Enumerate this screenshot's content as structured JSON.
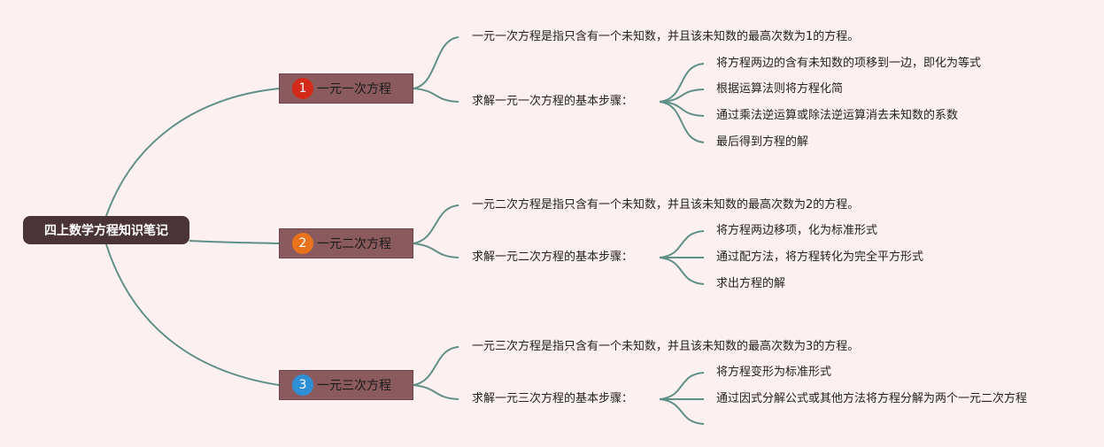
{
  "root": {
    "label": "四上数学方程知识笔记"
  },
  "colors": {
    "line": "#5f9088",
    "root_bg": "#4a3438",
    "branch_bg": "#8a5a5e"
  },
  "branches": [
    {
      "badge": "1",
      "badge_color": "#d42a1a",
      "label": "一元一次方程",
      "definition": "一元一次方程是指只含有一个未知数，并且该未知数的最高次数为1的方程。",
      "steps_label": "求解一元一次方程的基本步骤：",
      "steps": [
        "将方程两边的含有未知数的项移到一边，即化为等式",
        "根据运算法则将方程化简",
        "通过乘法逆运算或除法逆运算消去未知数的系数",
        "最后得到方程的解"
      ]
    },
    {
      "badge": "2",
      "badge_color": "#e8731c",
      "label": "一元二次方程",
      "definition": "一元二次方程是指只含有一个未知数，并且该未知数的最高次数为2的方程。",
      "steps_label": "求解一元二次方程的基本步骤：",
      "steps": [
        "将方程两边移项，化为标准形式",
        "通过配方法，将方程转化为完全平方形式",
        "求出方程的解"
      ]
    },
    {
      "badge": "3",
      "badge_color": "#2f8fd4",
      "label": "一元三次方程",
      "definition": "一元三次方程是指只含有一个未知数，并且该未知数的最高次数为3的方程。",
      "steps_label": "求解一元三次方程的基本步骤：",
      "steps": [
        "将方程变形为标准形式",
        "通过因式分解公式或其他方法将方程分解为两个一元二次方程",
        ""
      ]
    }
  ]
}
